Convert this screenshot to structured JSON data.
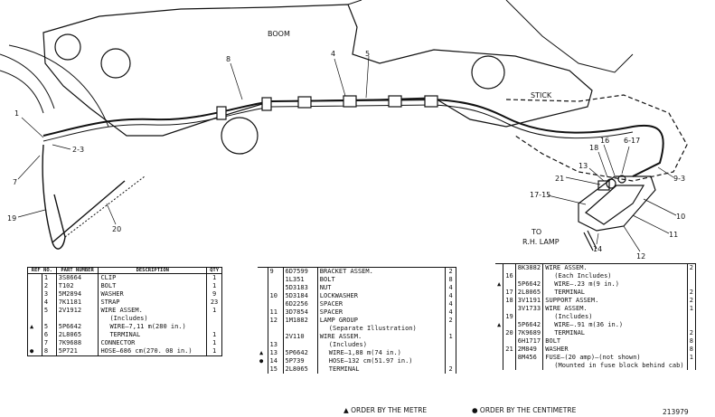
{
  "diagram": {
    "labels": {
      "boom": "BOOM",
      "stick": "STICK",
      "to": "TO",
      "rh_lamp": "R.H. LAMP"
    },
    "callouts": [
      "1",
      "2-3",
      "7",
      "19",
      "20",
      "8",
      "4",
      "5",
      "18",
      "16",
      "6-17",
      "13",
      "21",
      "17-15",
      "9-3",
      "10",
      "11",
      "14",
      "12"
    ]
  },
  "table1": {
    "headers": [
      "REF NO.",
      "PART NUMBER",
      "DESCRIPTION",
      "QTY"
    ],
    "rows": [
      {
        "mark": "",
        "ref": "1",
        "part": "3S8664",
        "desc": "CLIP",
        "qty": "1"
      },
      {
        "mark": "",
        "ref": "2",
        "part": "T102",
        "desc": "BOLT",
        "qty": "1"
      },
      {
        "mark": "",
        "ref": "",
        "part": "",
        "desc": "",
        "qty": ""
      },
      {
        "mark": "",
        "ref": "3",
        "part": "5M2894",
        "desc": "WASHER",
        "qty": "9"
      },
      {
        "mark": "",
        "ref": "4",
        "part": "7K1181",
        "desc": "STRAP",
        "qty": "23"
      },
      {
        "mark": "",
        "ref": "5",
        "part": "2V1912",
        "desc": "WIRE ASSEM.",
        "qty": "1"
      },
      {
        "mark": "",
        "ref": "",
        "part": "",
        "desc": "(Includes)",
        "qty": "",
        "indent": true
      },
      {
        "mark": "▲",
        "ref": "5",
        "part": "5P6642",
        "desc": "WIRE—7,11 m(280 in.)",
        "qty": "",
        "indent": true
      },
      {
        "mark": "",
        "ref": "6",
        "part": "2L8065",
        "desc": "TERMINAL",
        "qty": "1",
        "indent": true
      },
      {
        "mark": "",
        "ref": "7",
        "part": "7K9688",
        "desc": "CONNECTOR",
        "qty": "1"
      },
      {
        "mark": "●",
        "ref": "8",
        "part": "5P721",
        "desc": "HOSE—686 cm(270. 08 in.)",
        "qty": "1"
      }
    ]
  },
  "table2": {
    "rows": [
      {
        "mark": "",
        "ref": "9",
        "part": "6D7599",
        "desc": "BRACKET ASSEM.",
        "qty": "2"
      },
      {
        "mark": "",
        "ref": "",
        "part": "1L351",
        "desc": "BOLT",
        "qty": "8"
      },
      {
        "mark": "",
        "ref": "",
        "part": "5D3183",
        "desc": "NUT",
        "qty": "4"
      },
      {
        "mark": "",
        "ref": "10",
        "part": "5D3184",
        "desc": "LOCKWASHER",
        "qty": "4"
      },
      {
        "mark": "",
        "ref": "",
        "part": "6D2256",
        "desc": "SPACER",
        "qty": "4"
      },
      {
        "mark": "",
        "ref": "11",
        "part": "3D7854",
        "desc": "SPACER",
        "qty": "4"
      },
      {
        "mark": "",
        "ref": "12",
        "part": "1M1882",
        "desc": "LAMP GROUP",
        "qty": "2"
      },
      {
        "mark": "",
        "ref": "",
        "part": "",
        "desc": "(Separate Illustration)",
        "qty": "",
        "indent": true
      },
      {
        "mark": "",
        "ref": "",
        "part": "2V110",
        "desc": "WIRE ASSEM.",
        "qty": "1"
      },
      {
        "mark": "",
        "ref": "13",
        "part": "",
        "desc": "(Includes)",
        "qty": "",
        "indent": true
      },
      {
        "mark": "▲",
        "ref": "13",
        "part": "5P6642",
        "desc": "WIRE—1,88 m(74 in.)",
        "qty": "",
        "indent": true
      },
      {
        "mark": "●",
        "ref": "14",
        "part": "5P739",
        "desc": "HOSE—132 cm(51.97 in.)",
        "qty": "",
        "indent": true
      },
      {
        "mark": "",
        "ref": "15",
        "part": "2L8065",
        "desc": "TERMINAL",
        "qty": "2",
        "indent": true
      }
    ]
  },
  "table3": {
    "rows": [
      {
        "mark": "",
        "ref": "",
        "part": "8K3882",
        "desc": "WIRE ASSEM.",
        "qty": "2"
      },
      {
        "mark": "",
        "ref": "16",
        "part": "",
        "desc": "(Each Includes)",
        "qty": "",
        "indent": true
      },
      {
        "mark": "▲",
        "ref": "",
        "part": "5P6642",
        "desc": "WIRE—.23 m(9 in.)",
        "qty": "",
        "indent": true
      },
      {
        "mark": "",
        "ref": "17",
        "part": "2L8065",
        "desc": "TERMINAL",
        "qty": "2",
        "indent": true
      },
      {
        "mark": "",
        "ref": "18",
        "part": "3V1191",
        "desc": "SUPPORT ASSEM.",
        "qty": "2"
      },
      {
        "mark": "",
        "ref": "",
        "part": "3V1733",
        "desc": "WIRE ASSEM.",
        "qty": "1"
      },
      {
        "mark": "",
        "ref": "19",
        "part": "",
        "desc": "(Includes)",
        "qty": "",
        "indent": true
      },
      {
        "mark": "▲",
        "ref": "",
        "part": "5P6642",
        "desc": "WIRE—.91 m(36 in.)",
        "qty": "",
        "indent": true
      },
      {
        "mark": "",
        "ref": "20",
        "part": "7K9689",
        "desc": "TERMINAL",
        "qty": "2",
        "indent": true
      },
      {
        "mark": "",
        "ref": "",
        "part": "6H1717",
        "desc": "BOLT",
        "qty": "8"
      },
      {
        "mark": "",
        "ref": "21",
        "part": "2M849",
        "desc": "WASHER",
        "qty": "8"
      },
      {
        "mark": "",
        "ref": "",
        "part": "8M456",
        "desc": "FUSE—(20 amp)—(not shown)",
        "qty": "1"
      },
      {
        "mark": "",
        "ref": "",
        "part": "",
        "desc": "(Mounted in fuse block behind cab)",
        "qty": "",
        "indent": true
      }
    ]
  },
  "footer": {
    "order_metre": "▲ ORDER BY THE METRE",
    "order_centimetre": "● ORDER BY THE CENTIMETRE",
    "figure_number": "213979"
  }
}
